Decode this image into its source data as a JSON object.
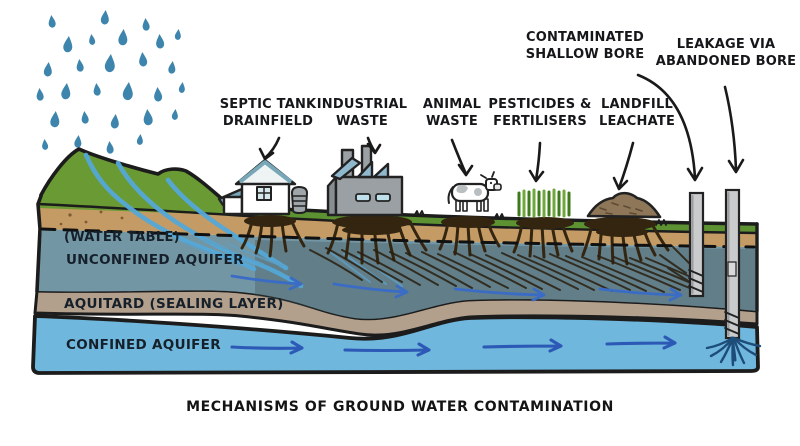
{
  "title": "MECHANISMS OF GROUND WATER CONTAMINATION",
  "source_labels": [
    {
      "id": "septic-tank",
      "line1": "SEPTIC TANK",
      "line2": "DRAINFIELD"
    },
    {
      "id": "industrial",
      "line1": "INDUSTRIAL",
      "line2": "WASTE"
    },
    {
      "id": "animal",
      "line1": "ANIMAL",
      "line2": "WASTE"
    },
    {
      "id": "pesticides",
      "line1": "PESTICIDES &",
      "line2": "FERTILISERS"
    },
    {
      "id": "landfill",
      "line1": "LANDFILL",
      "line2": "LEACHATE"
    },
    {
      "id": "shallow-bore",
      "line1": "CONTAMINATED",
      "line2": "SHALLOW BORE"
    },
    {
      "id": "abandoned-bore",
      "line1": "LEAKAGE VIA",
      "line2": "ABANDONED BORE"
    }
  ],
  "layer_labels": {
    "water_table": "(WATER TABLE)",
    "unconfined_aquifer": "UNCONFINED AQUIFER",
    "aquitard": "AQUITARD (SEALING LAYER)",
    "confined_aquifer": "CONFINED AQUIFER"
  },
  "colors": {
    "rain": "#3e85ad",
    "hill_green": "#6a9a33",
    "grass_green": "#5d9232",
    "soil": "#c49b64",
    "unconfined_aquifer": "#7396a4",
    "aquitard": "#b3a08c",
    "confined_aquifer": "#6fb7dd",
    "contaminant": "#33250f",
    "stream": "#55a8d8",
    "flow_arrow_upper": "#3b6cc5",
    "flow_arrow_lower": "#2c59b5",
    "building_gray": "#9aa0a3",
    "roof_teal": "#78a7b8",
    "factory_roof": "#8fb8cc",
    "pipe_gray": "#c9cbcd",
    "bore_plume": "#1d4c78",
    "outline": "#1c1c1c"
  }
}
